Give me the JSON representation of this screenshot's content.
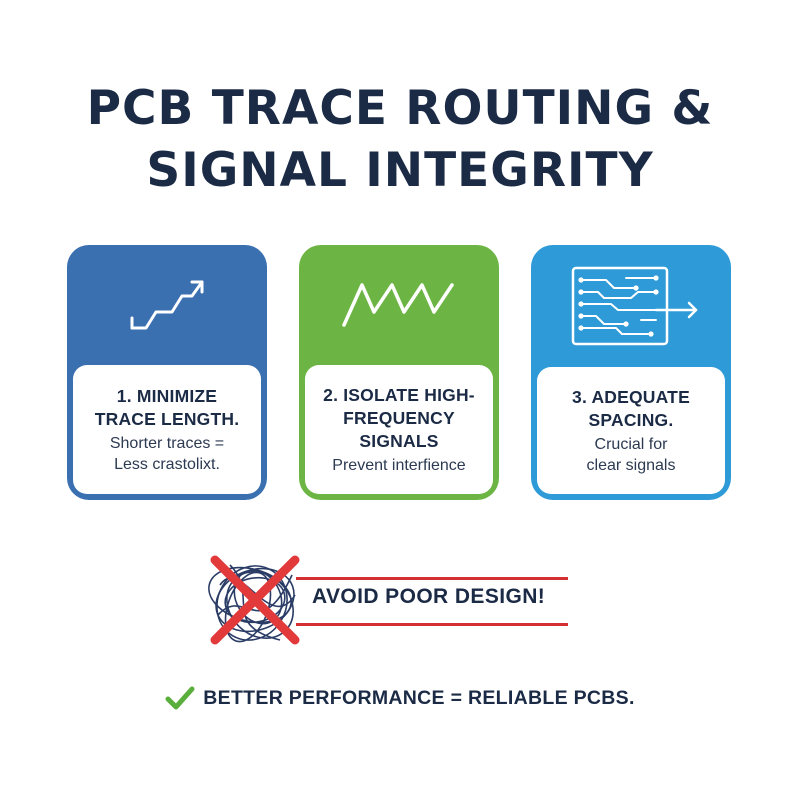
{
  "title": {
    "line1": "PCB TRACE ROUTING &",
    "line2": "SIGNAL INTEGRITY"
  },
  "cards": [
    {
      "heading": "1. MINIMIZE\nTRACE LENGTH.",
      "body": "Shorter traces =\nLess crastolixt.",
      "color": "#3a6fb0",
      "icon": "zigzag-arrow-icon"
    },
    {
      "heading": "2. ISOLATE HIGH-\nFREQUENCY SIGNALS",
      "body": "Prevent interfience",
      "color": "#6cb545",
      "icon": "waveform-icon"
    },
    {
      "heading": "3. ADEQUATE\nSPACING.",
      "body": "Crucial for\nclear signals",
      "color": "#2f9ad8",
      "icon": "circuit-board-icon"
    }
  ],
  "warning": {
    "text": "AVOID POOR DESIGN!",
    "icon": "tangled-traces-crossed-icon",
    "color": "#d42f31"
  },
  "footer": {
    "text": "BETTER PERFORMANCE = RELIABLE PCBS.",
    "icon": "checkmark-icon",
    "check_color": "#5aae3c"
  }
}
